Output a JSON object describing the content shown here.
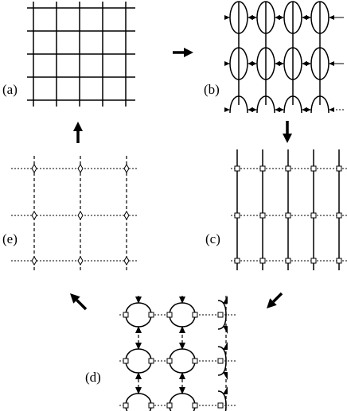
{
  "panels": [
    {
      "id": "a",
      "label": "(a)"
    },
    {
      "id": "b",
      "label": "(b)"
    },
    {
      "id": "c",
      "label": "(c)"
    },
    {
      "id": "d",
      "label": "(d)"
    },
    {
      "id": "e",
      "label": "(e)"
    }
  ],
  "arrows": [
    {
      "from": "a",
      "to": "b",
      "direction": "right"
    },
    {
      "from": "b",
      "to": "c",
      "direction": "down"
    },
    {
      "from": "c",
      "to": "d",
      "direction": "down-left"
    },
    {
      "from": "d",
      "to": "e",
      "direction": "up-left"
    },
    {
      "from": "e",
      "to": "a",
      "direction": "up"
    }
  ],
  "colors": {
    "ink": "#000000",
    "background": "#ffffff"
  }
}
